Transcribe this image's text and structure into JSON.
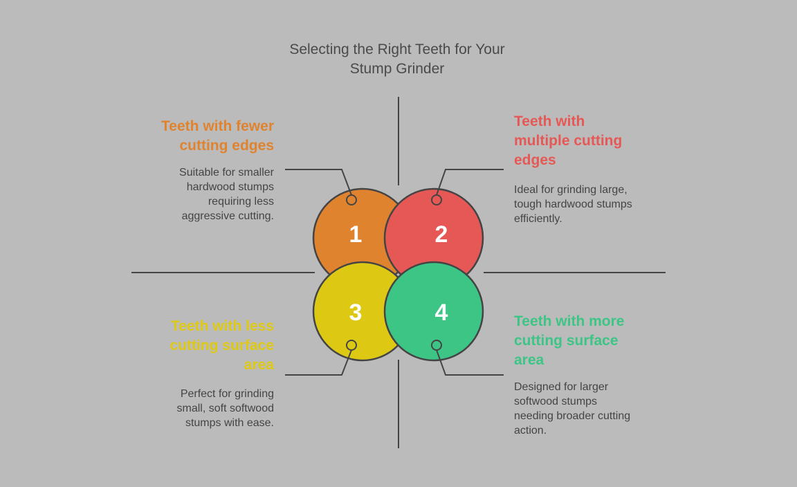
{
  "title": {
    "line1": "Selecting the Right Teeth for Your",
    "line2": "Stump Grinder"
  },
  "colors": {
    "background": "#bbbbbb",
    "orange": "#e0832f",
    "red": "#e55855",
    "yellow": "#ddc914",
    "green": "#3cc585",
    "outline": "#444444"
  },
  "items": [
    {
      "number": "1",
      "heading": [
        "Teeth with fewer",
        "cutting edges"
      ],
      "description": [
        "Suitable for smaller",
        "hardwood stumps",
        "requiring less",
        "aggressive cutting."
      ]
    },
    {
      "number": "2",
      "heading": [
        "Teeth with",
        "multiple cutting",
        "edges"
      ],
      "description": [
        "Ideal for grinding large,",
        "tough hardwood stumps",
        "efficiently."
      ]
    },
    {
      "number": "3",
      "heading": [
        "Teeth with less",
        "cutting surface",
        "area"
      ],
      "description": [
        "Perfect for grinding",
        "small, soft softwood",
        "stumps with ease."
      ]
    },
    {
      "number": "4",
      "heading": [
        "Teeth with more",
        "cutting surface",
        "area"
      ],
      "description": [
        "Designed for larger",
        "softwood stumps",
        "needing broader cutting",
        "action."
      ]
    }
  ]
}
